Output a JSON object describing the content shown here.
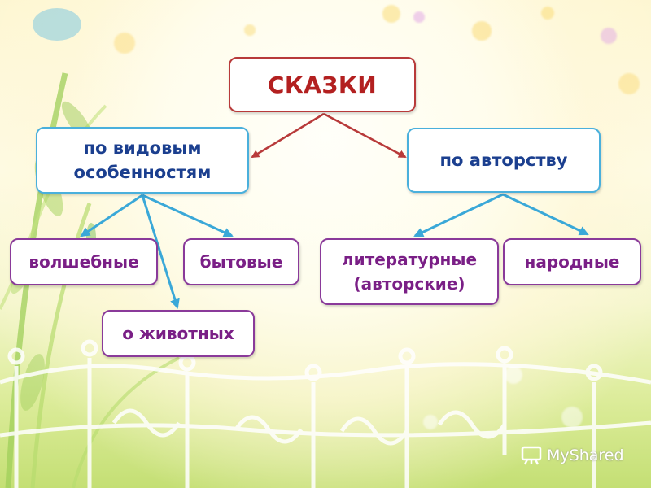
{
  "colors": {
    "root_border": "#b83a3a",
    "root_text": "#b32020",
    "blue_border": "#4ab0dc",
    "blue_text": "#1b3f8f",
    "purple_border": "#8a3a9a",
    "purple_text": "#7a1f86",
    "red_arrow": "#b83a3a",
    "blue_arrow": "#3aa8d8"
  },
  "diagram": {
    "root": "СКАЗКИ",
    "branch_species": {
      "line1": "по видовым",
      "line2": "особенностям"
    },
    "branch_author": "по авторству",
    "magic": "волшебные",
    "everyday": "бытовые",
    "animals": "о животных",
    "literary": {
      "line1": "литературные",
      "line2": "(авторские)"
    },
    "folk": "народные"
  },
  "watermark": {
    "icon": "presentation-icon",
    "text": "MyShared"
  }
}
